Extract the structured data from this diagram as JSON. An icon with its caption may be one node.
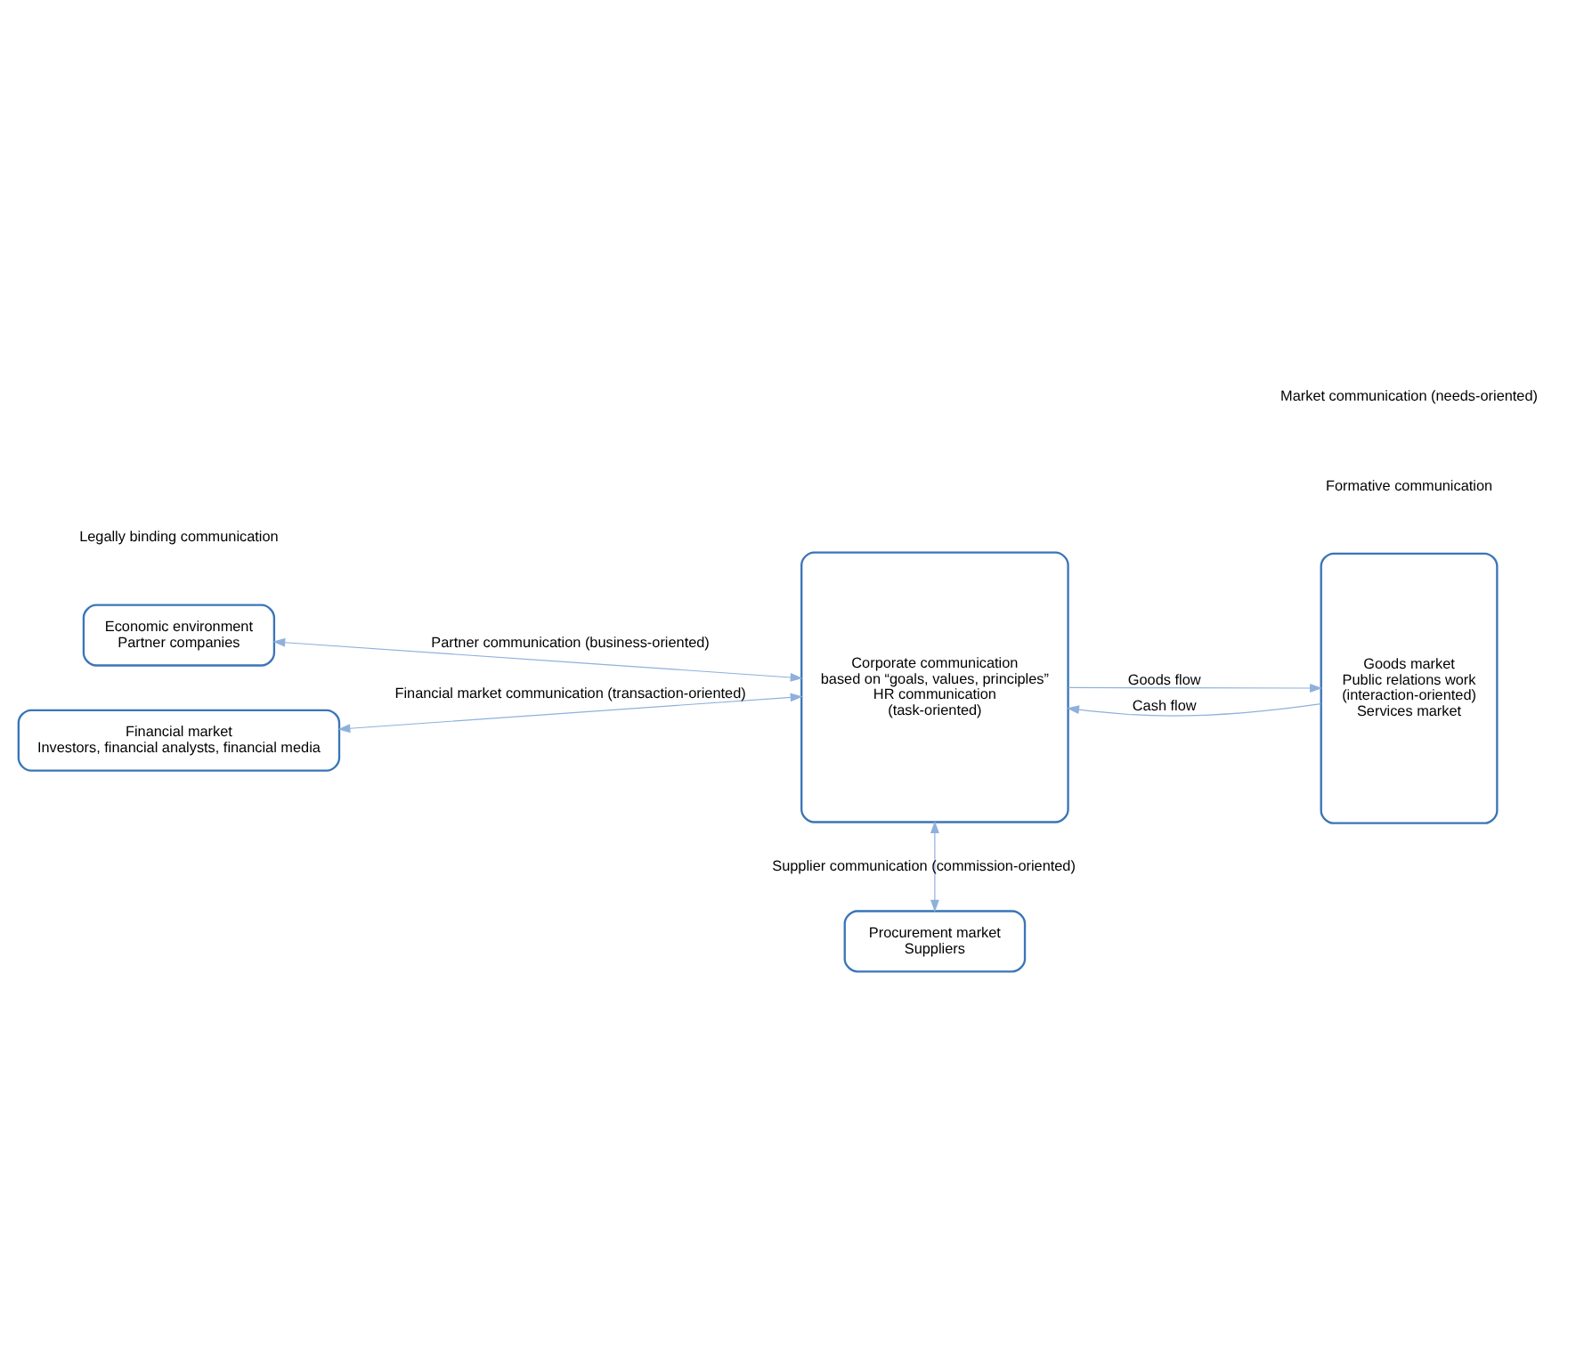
{
  "diagram": {
    "nodes": [
      {
        "text": [
          "Economic environment",
          "Partner companies"
        ]
      },
      {
        "text": [
          "Corporate communication",
          "based on “goals, values, principles”",
          "HR communication",
          "(task-oriented)"
        ]
      },
      {
        "text": [
          "Goods market",
          "Public relations work",
          "(interaction-oriented)",
          "Services market"
        ]
      },
      {
        "text": [
          "Financial market",
          "Investors, financial analysts, financial media"
        ]
      },
      {
        "text": [
          "Procurement market",
          "Suppliers"
        ]
      }
    ],
    "edges": [
      {
        "from": 0,
        "to": 1,
        "arrow": "both",
        "label": "Partner communication (business-oriented)"
      },
      {
        "from": 1,
        "to": 2,
        "arrow": "to",
        "label": "Goods flow"
      },
      {
        "from": 2,
        "to": 1,
        "arrow": "to",
        "label": "Cash flow"
      },
      {
        "from": 3,
        "to": 1,
        "arrow": "both",
        "label": "Financial market communication (transaction-oriented)"
      },
      {
        "from": 1,
        "to": 4,
        "arrow": "both",
        "label": "Supplier communication (commission-oriented)"
      }
    ],
    "labels": [
      "Legally binding communication",
      "Formative communication",
      "Market communication (needs-oriented)"
    ]
  }
}
